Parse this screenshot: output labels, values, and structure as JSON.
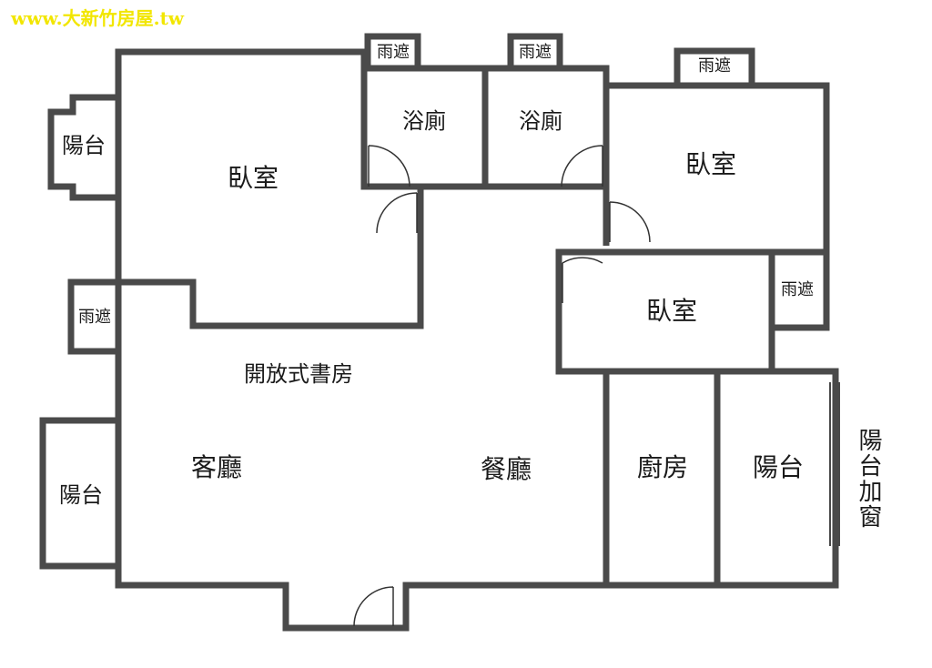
{
  "watermark": "www.大新竹房屋.tw",
  "rooms": {
    "bedroom_1": "臥室",
    "bedroom_2": "臥室",
    "bedroom_3": "臥室",
    "bath_1": "浴廁",
    "bath_2": "浴廁",
    "study": "開放式書房",
    "living": "客廳",
    "dining": "餐廳",
    "kitchen": "廚房",
    "balcony_top_left": "陽台",
    "balcony_left": "陽台",
    "balcony_right": "陽台",
    "awning_1": "雨遮",
    "awning_2": "雨遮",
    "awning_3": "雨遮",
    "awning_4": "雨遮",
    "awning_5": "雨遮"
  },
  "balcony_window_label": "陽台加窗"
}
